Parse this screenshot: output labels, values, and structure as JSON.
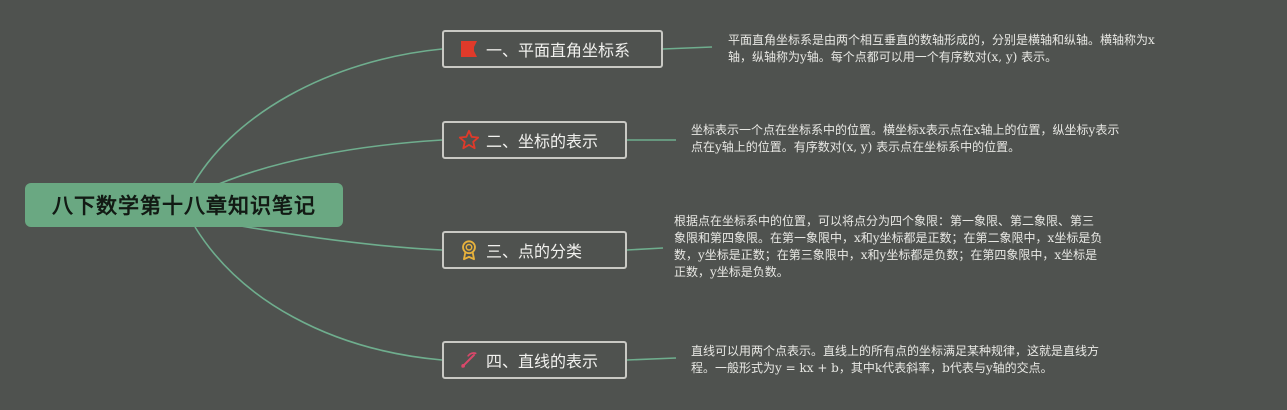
{
  "root": {
    "title": "八下数学第十八章知识笔记"
  },
  "topics": [
    {
      "title": "一、平面直角坐标系",
      "icon": "red-square-flag-icon",
      "note_lines": [
        "平面直角坐标系是由两个相互垂直的数轴形成的，分别是横轴和纵轴。横轴称为x",
        "轴，纵轴称为y轴。每个点都可以用一个有序数对(x, y) 表示。"
      ]
    },
    {
      "title": "二、坐标的表示",
      "icon": "star-outline-icon",
      "note_lines": [
        "坐标表示一个点在坐标系中的位置。横坐标x表示点在x轴上的位置，纵坐标y表示",
        "点在y轴上的位置。有序数对(x, y) 表示点在坐标系中的位置。"
      ]
    },
    {
      "title": "三、点的分类",
      "icon": "award-medal-icon",
      "note_lines": [
        "根据点在坐标系中的位置，可以将点分为四个象限：第一象限、第二象限、第三",
        "象限和第四象限。在第一象限中，x和y坐标都是正数；在第二象限中，x坐标是负",
        "数，y坐标是正数；在第三象限中，x和y坐标都是负数；在第四象限中，x坐标是",
        "正数，y坐标是负数。"
      ]
    },
    {
      "title": "四、直线的表示",
      "icon": "line-tool-icon",
      "note_lines": [
        "直线可以用两个点表示。直线上的所有点的坐标满足某种规律，这就是直线方",
        "程。一般形式为y = kx + b，其中k代表斜率，b代表与y轴的交点。"
      ]
    }
  ],
  "colors": {
    "background": "#4f524f",
    "root_fill": "#6aa882",
    "connector": "#6fae8e",
    "topic_border": "#c9c9c4",
    "icon_red": "#e03a2a",
    "icon_gold": "#e8b23c",
    "icon_pink": "#d9486a"
  }
}
